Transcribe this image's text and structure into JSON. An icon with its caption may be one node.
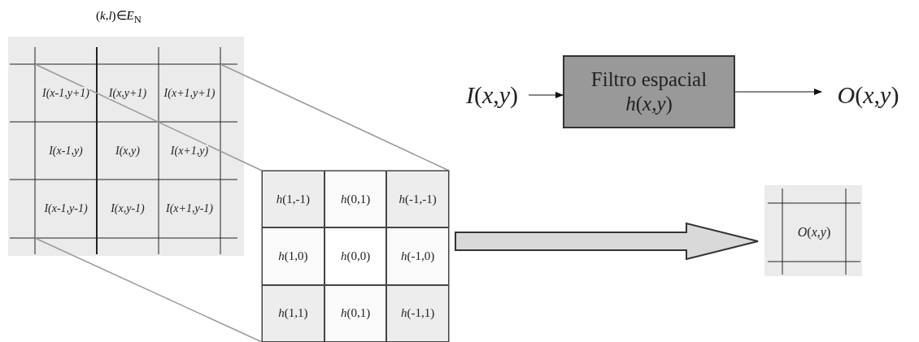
{
  "diagram": {
    "nodes": [
      {
        "text": [],
        "shape": "box"
      },
      {
        "text": [
          "I(x-1,y+1)"
        ],
        "in": 0
      },
      {
        "text": [
          "I(x,y+1)"
        ],
        "in": 0
      },
      {
        "text": [
          "I(x+1,y+1)"
        ],
        "in": 0
      },
      {
        "text": [
          "I(x-1,y)"
        ],
        "in": 0
      },
      {
        "text": [
          "I(x,y)"
        ],
        "in": 0
      },
      {
        "text": [
          "I(x+1,y)"
        ],
        "in": 0
      },
      {
        "text": [
          "I(x-1,y-1)"
        ],
        "in": 0
      },
      {
        "text": [
          "I(x,y-1)"
        ],
        "in": 0
      },
      {
        "text": [
          "I(x+1,y-1)"
        ],
        "in": 0
      },
      {
        "text": [],
        "shape": "box"
      },
      {
        "text": [
          "*h*(1,-1)"
        ],
        "in": 10
      },
      {
        "text": [
          "*h*(0,1)"
        ],
        "in": 10
      },
      {
        "text": [
          "*h*(-1,-1)"
        ],
        "in": 10
      },
      {
        "text": [
          "*h*(1,0)"
        ],
        "in": 10
      },
      {
        "text": [
          "*h*(0,0)"
        ],
        "in": 10
      },
      {
        "text": [
          "*h*(-1,0)"
        ],
        "in": 10
      },
      {
        "text": [
          "*h*(1,1)"
        ],
        "in": 10
      },
      {
        "text": [
          "*h*(0,1)"
        ],
        "in": 10
      },
      {
        "text": [
          "*h*(-1,1)"
        ],
        "in": 10
      },
      {
        "text": [
          "*I*(*x*,*y*)"
        ]
      },
      {
        "text": [
          "Filtro espacial",
          "*h*(*x*,*y*)"
        ]
      },
      {
        "text": [
          "*O*(*x*,*y*)"
        ]
      },
      {
        "text": [],
        "shape": "box"
      },
      {
        "text": [
          "*O*(*x*,*y*)"
        ],
        "in": 23
      }
    ],
    "edges": [
      {
        "from": 20,
        "to": 21,
        "arrow": "to",
        "color": "#111111"
      },
      {
        "from": 21,
        "to": 22,
        "arrow": "to",
        "color": "#111111"
      },
      {
        "from": 1,
        "to": 10,
        "arrow": "none"
      },
      {
        "from": 3,
        "to": 10,
        "arrow": "none"
      },
      {
        "from": 7,
        "to": 10,
        "arrow": "none"
      },
      {
        "from": 10,
        "to": 23,
        "arrow": "to",
        "style": "thick",
        "color": "#333333"
      }
    ],
    "labels": [
      "(*k*,*l*)∈*E*$_{N}$"
    ]
  }
}
